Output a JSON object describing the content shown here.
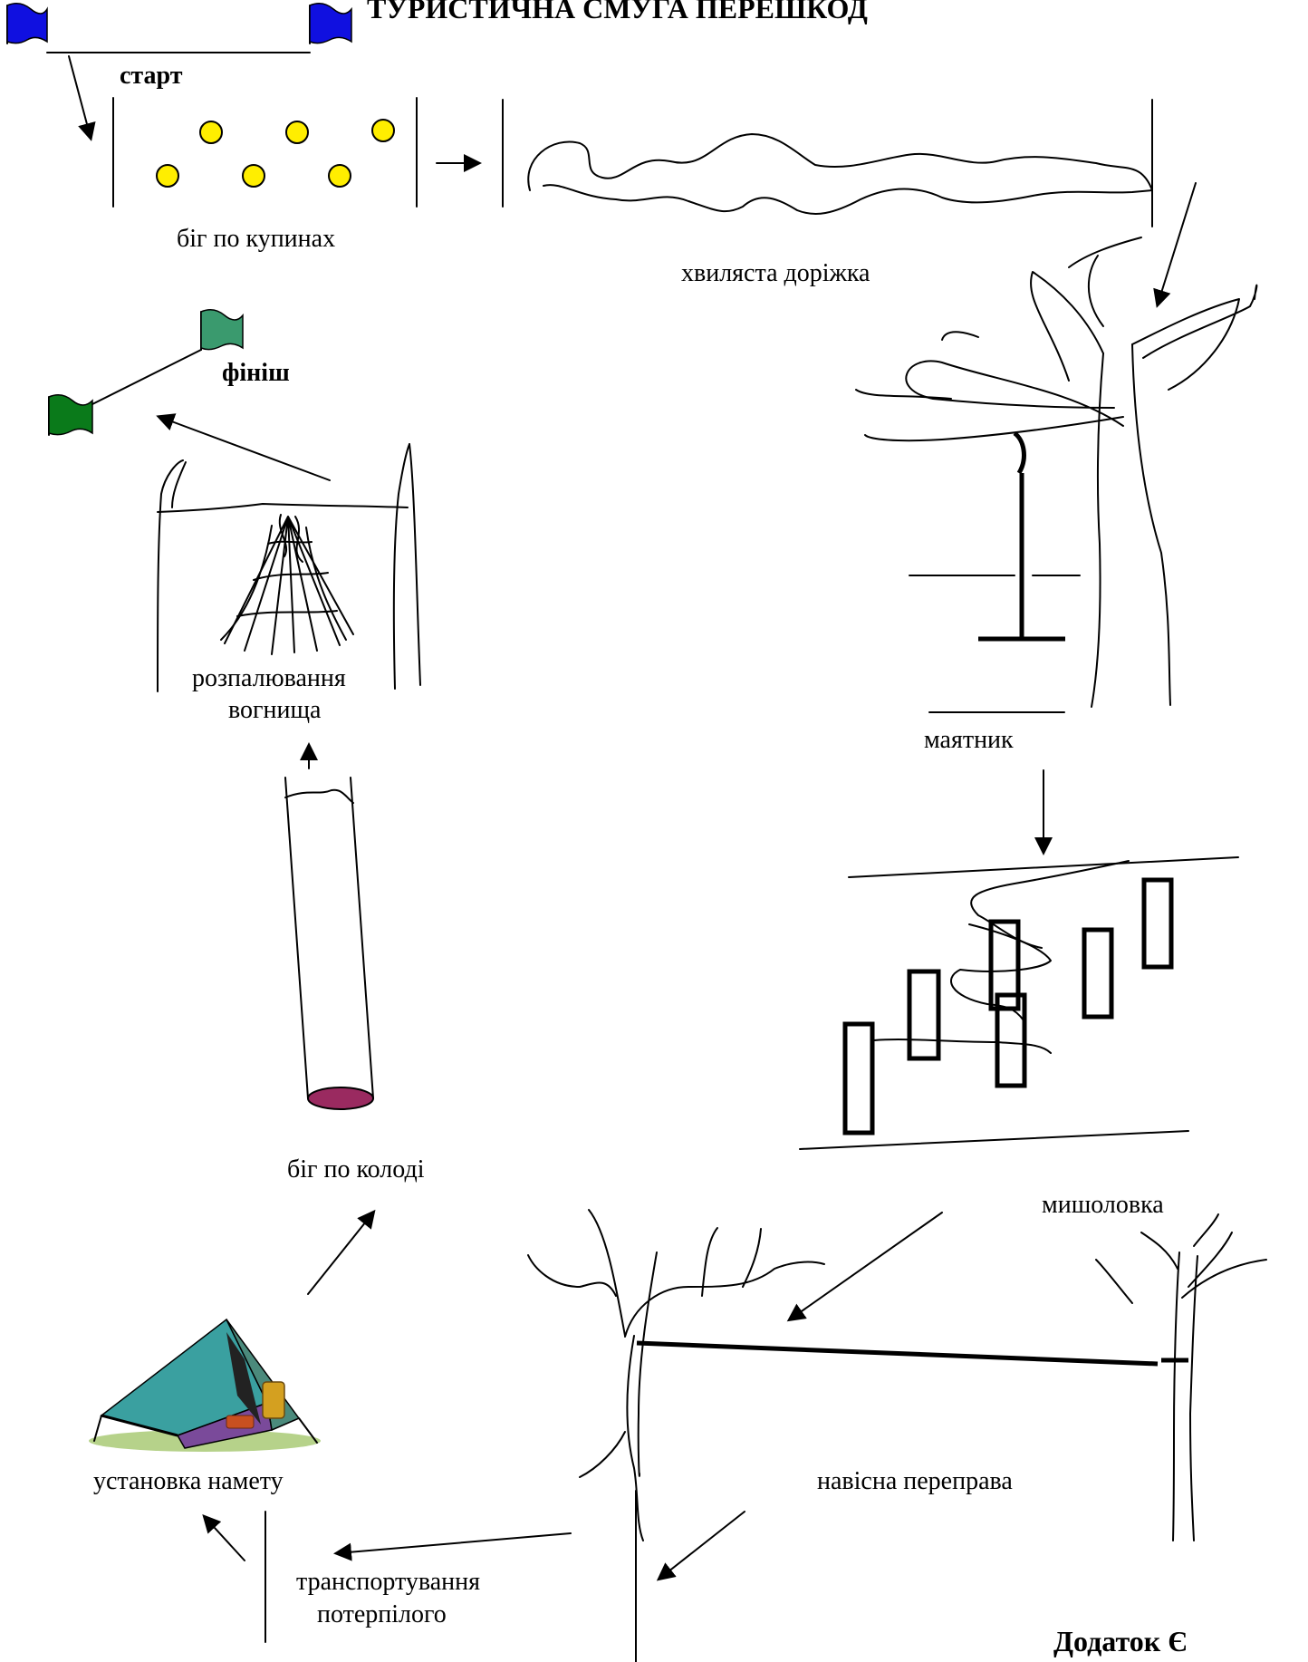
{
  "title": "ТУРИСТИЧНА СМУГА ПЕРЕШКОД",
  "appendix": "Додаток Є",
  "colors": {
    "start_flag": "#1010e0",
    "finish_flag_light": "#3a9a6e",
    "finish_flag_dark": "#0a7a1a",
    "hummock": "#ffee00",
    "log_end": "#9a2a60",
    "tent": "#3aa0a0"
  },
  "labels": {
    "start": "старт",
    "finish": "фініш",
    "hummocks": "біг по купинах",
    "wavy_path": "хвиляста доріжка",
    "pendulum": "маятник",
    "mousetrap": "мишоловка",
    "crossing": "навісна переправа",
    "transport_l1": "транспортування",
    "transport_l2": "потерпілого",
    "tent": "установка намету",
    "log": "біг по колоді",
    "fire_l1": "розпалювання",
    "fire_l2": "вогнища"
  },
  "icons": [
    "start-flag-icon",
    "finish-flag-icon",
    "tree-icon",
    "tent-icon",
    "campfire-icon",
    "arrow-icon"
  ]
}
